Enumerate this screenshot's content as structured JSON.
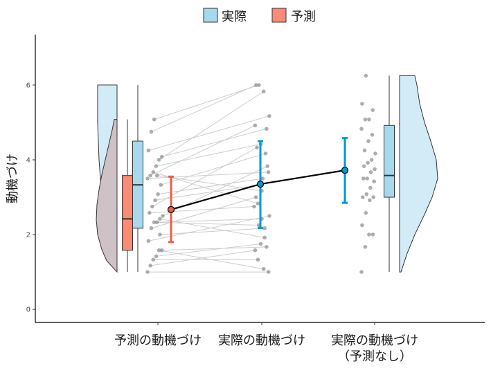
{
  "chart_data": {
    "type": "raincloud",
    "ylabel": "動機づけ",
    "ylim": [
      -0.35,
      7.35
    ],
    "yticks": [
      0,
      2,
      4,
      6
    ],
    "categories": [
      {
        "label": "予測の動機づけ",
        "label_line2": ""
      },
      {
        "label": "実際の動機づけ",
        "label_line2": ""
      },
      {
        "label": "実際の動機づけ",
        "label_line2": "（予測なし）"
      }
    ],
    "legend": {
      "position": "top",
      "entries": [
        {
          "label": "実際",
          "color": "#a6d8ee"
        },
        {
          "label": "予測",
          "color": "#fa8b75"
        }
      ]
    },
    "colors": {
      "actual_fill": "#a6d8ee",
      "actual_density": "#d3ebf7",
      "predicted_fill": "#fa8b75",
      "overlap_density": "#cfc2c6",
      "actual_errorbar": "#0098d4",
      "predicted_errorbar": "#ef5d44",
      "points": "#8c8c8c",
      "paired_lines": "#cccccc",
      "mean_line": "#000000"
    },
    "means": [
      {
        "group": "予測の動機づけ",
        "mean": 2.67,
        "lower": 1.8,
        "upper": 3.55,
        "color": "#ef5d44"
      },
      {
        "group": "実際の動機づけ",
        "mean": 3.35,
        "lower": 2.18,
        "upper": 4.5,
        "color": "#0098d4"
      },
      {
        "group": "実際の動機づけ（予測なし）",
        "mean": 3.72,
        "lower": 2.85,
        "upper": 4.58,
        "color": "#0098d4"
      }
    ],
    "boxplots": [
      {
        "group": "予測の動機づけ",
        "min": 1.0,
        "q1": 1.58,
        "median": 2.42,
        "q3": 3.58,
        "max": 5.08,
        "color": "#fa8b75"
      },
      {
        "group": "実際の動機づけ",
        "min": 1.0,
        "q1": 2.17,
        "median": 3.33,
        "q3": 4.5,
        "max": 6.0,
        "color": "#a6d8ee"
      },
      {
        "group": "実際の動機づけ（予測なし）",
        "min": 1.0,
        "q1": 3.0,
        "median": 3.58,
        "q3": 4.92,
        "max": 6.25,
        "color": "#a6d8ee"
      }
    ],
    "paired_points": [
      {
        "predicted": 1.0,
        "actual": 1.0
      },
      {
        "predicted": 1.17,
        "actual": 1.58
      },
      {
        "predicted": 1.33,
        "actual": 1.33
      },
      {
        "predicted": 1.42,
        "actual": 1.75
      },
      {
        "predicted": 1.58,
        "actual": 1.08
      },
      {
        "predicted": 1.58,
        "actual": 1.67
      },
      {
        "predicted": 1.83,
        "actual": 2.5
      },
      {
        "predicted": 2.17,
        "actual": 3.0
      },
      {
        "predicted": 2.33,
        "actual": 2.25
      },
      {
        "predicted": 2.33,
        "actual": 2.42
      },
      {
        "predicted": 2.42,
        "actual": 1.92
      },
      {
        "predicted": 2.5,
        "actual": 3.83
      },
      {
        "predicted": 2.58,
        "actual": 2.75
      },
      {
        "predicted": 2.75,
        "actual": 4.33
      },
      {
        "predicted": 2.92,
        "actual": 3.33
      },
      {
        "predicted": 3.08,
        "actual": 3.5
      },
      {
        "predicted": 3.33,
        "actual": 4.17
      },
      {
        "predicted": 3.5,
        "actual": 3.67
      },
      {
        "predicted": 3.58,
        "actual": 4.92
      },
      {
        "predicted": 3.67,
        "actual": 2.83
      },
      {
        "predicted": 3.83,
        "actual": 4.42
      },
      {
        "predicted": 4.0,
        "actual": 5.83
      },
      {
        "predicted": 4.08,
        "actual": 4.83
      },
      {
        "predicted": 4.25,
        "actual": 5.17
      },
      {
        "predicted": 4.75,
        "actual": 6.0
      },
      {
        "predicted": 5.08,
        "actual": 6.0
      },
      {
        "predicted": 3.58,
        "actual": 3.17
      },
      {
        "predicted": 2.0,
        "actual": 2.17
      }
    ],
    "no_prediction_points": [
      1.0,
      1.67,
      2.0,
      2.0,
      2.25,
      2.58,
      2.92,
      3.0,
      3.0,
      3.08,
      3.25,
      3.42,
      3.5,
      3.5,
      3.67,
      3.75,
      3.83,
      3.92,
      4.0,
      4.17,
      4.25,
      4.5,
      4.67,
      4.83,
      5.08,
      5.08,
      5.33,
      5.5,
      6.25
    ],
    "density_actual": {
      "group": "実際の動機づけ",
      "range": [
        1.0,
        6.0
      ]
    },
    "density_predicted": {
      "group": "予測の動機づけ",
      "range": [
        1.0,
        5.08
      ]
    },
    "density_no_prediction": {
      "group": "実際の動機づけ（予測なし）",
      "range": [
        1.0,
        6.25
      ]
    }
  }
}
